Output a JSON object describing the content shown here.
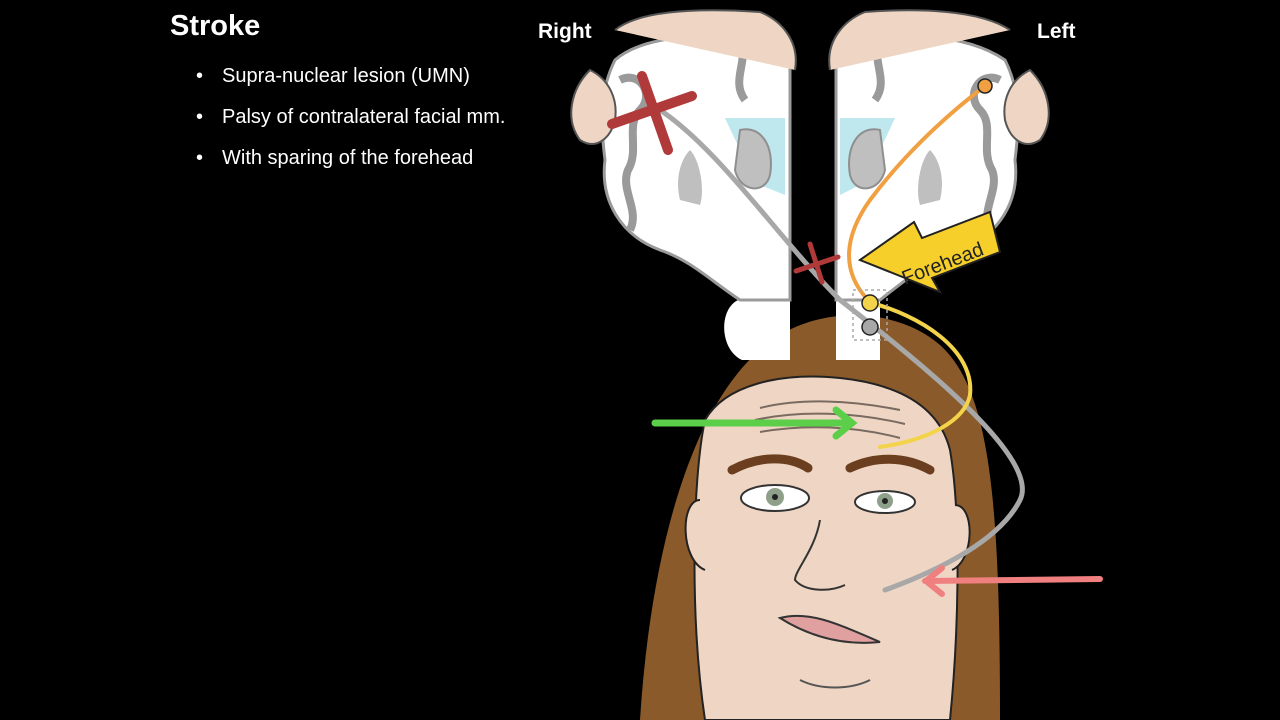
{
  "slide": {
    "title": "Stroke",
    "bullets": [
      "Supra-nuclear lesion (UMN)",
      "Palsy of contralateral facial mm.",
      "With sparing of the forehead"
    ],
    "bullet_glyph": "•"
  },
  "diagram": {
    "side_right_label": "Right",
    "side_left_label": "Left",
    "callout_label": "Forehead",
    "colors": {
      "background": "#000000",
      "brain_white": "#ffffff",
      "gray_matter": "#bfbfbf",
      "ventricle": "#bfe8ee",
      "hair": "#8a5a2b",
      "skin": "#efd6c4",
      "lesion_x": "#b03a3a",
      "upper_pathway": "#f0a040",
      "forehead_pathway": "#f2d34a",
      "lower_pathway": "#a8a8a8",
      "spared_arrow": "#5ccf4a",
      "palsy_arrow": "#f08080",
      "callout_fill": "#f6cf2a"
    }
  }
}
